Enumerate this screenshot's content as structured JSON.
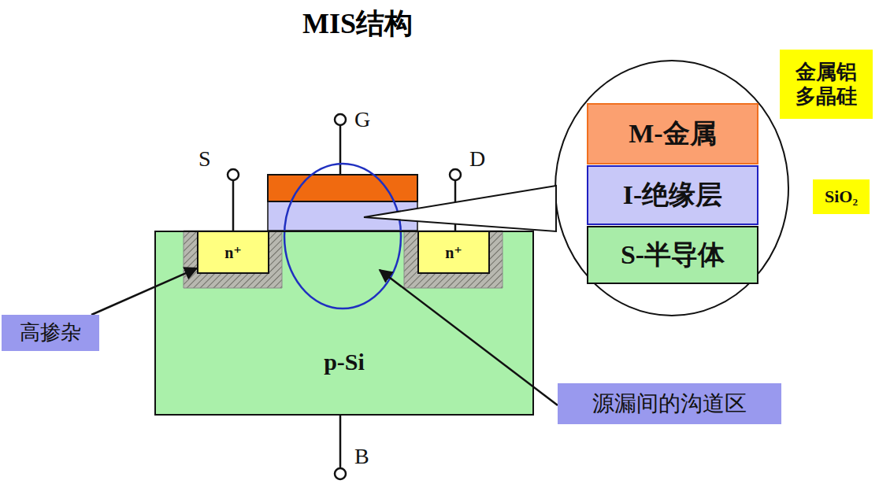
{
  "diagram": {
    "title": "MIS结构",
    "nodes": [
      {
        "text": [
          "p-Si"
        ]
      },
      {
        "text": [
          "n⁺"
        ],
        "in": 0
      },
      {
        "text": [
          "n⁺"
        ],
        "in": 0
      },
      {
        "text": [
          "M-金属"
        ]
      },
      {
        "text": [
          "I-绝缘层"
        ]
      },
      {
        "text": [
          "S-半导体"
        ]
      },
      {
        "text": [
          "金属铝 多晶硅"
        ]
      },
      {
        "text": [
          "SiO₂"
        ]
      },
      {
        "text": [
          "高掺杂"
        ]
      },
      {
        "text": [
          "源漏间的沟道区"
        ]
      }
    ],
    "edges": [
      {
        "from": 8,
        "to": 1,
        "arrow": "to"
      }
    ],
    "labels": [
      "S",
      "G",
      "D",
      "B"
    ]
  }
}
